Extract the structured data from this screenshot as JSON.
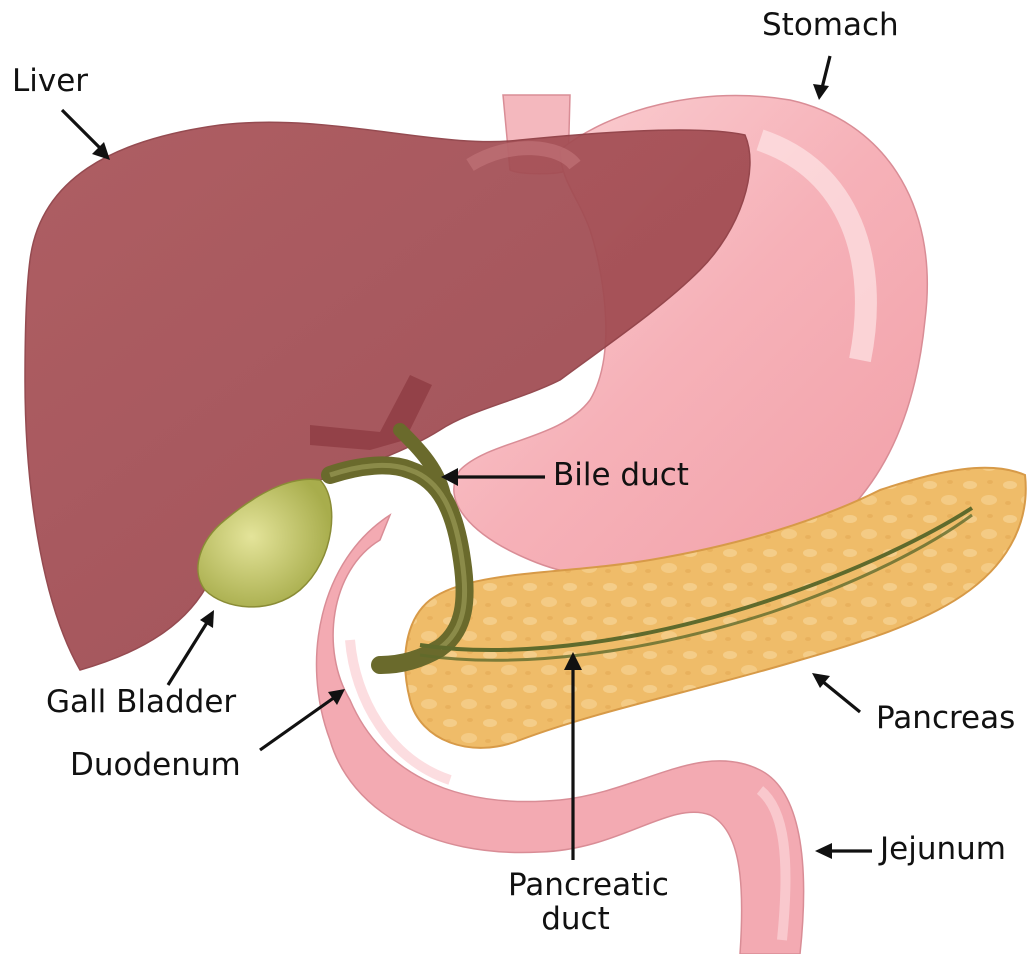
{
  "labels": {
    "liver": "Liver",
    "stomach": "Stomach",
    "bile_duct": "Bile duct",
    "gall_bladder": "Gall Bladder",
    "duodenum": "Duodenum",
    "pancreas": "Pancreas",
    "jejunum": "Jejunum",
    "pancreatic_duct_line1": "Pancreatic",
    "pancreatic_duct_line2": "duct"
  },
  "colors": {
    "liver": "#a84f55",
    "stomach": "#f6b6bc",
    "gall_bladder": "#bcc062",
    "bile_duct": "#6a6a2c",
    "pancreas": "#f1bf6d",
    "duodenum": "#f4b2b8"
  }
}
